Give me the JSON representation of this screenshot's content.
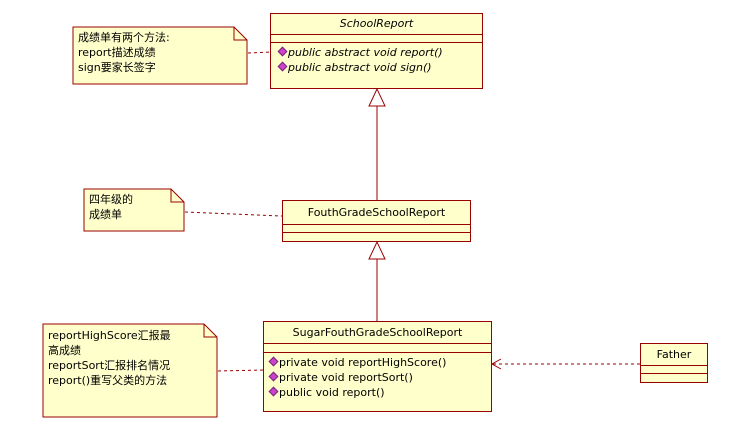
{
  "classes": {
    "school_report": {
      "name": "SchoolReport",
      "operations": [
        "public abstract void report()",
        "public abstract void sign()"
      ]
    },
    "fouth_grade": {
      "name": "FouthGradeSchoolReport",
      "operations": []
    },
    "sugar_fouth_grade": {
      "name": "SugarFouthGradeSchoolReport",
      "operations": [
        "private void reportHighScore()",
        "private void reportSort()",
        "public void report()"
      ]
    },
    "father": {
      "name": "Father",
      "operations": []
    }
  },
  "notes": {
    "note_top": [
      "成绩单有两个方法:",
      "report描述成绩",
      "sign要家长签字"
    ],
    "note_mid": [
      "四年级的",
      "成绩单"
    ],
    "note_bottom": [
      "reportHighScore汇报最",
      "高成绩",
      "reportSort汇报排名情况",
      "report()重写父类的方法"
    ]
  },
  "colors": {
    "fill": "#ffffcc",
    "border": "#990000",
    "visibility_marker": "#cc44cc"
  }
}
